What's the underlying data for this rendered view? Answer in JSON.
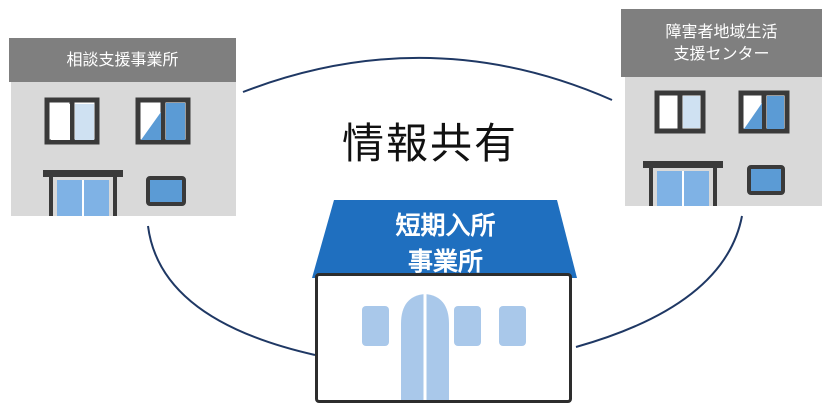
{
  "nodes": {
    "consultation_office": {
      "label": "相談支援事業所"
    },
    "support_center": {
      "line1": "障害者地域生活",
      "line2": "支援センター"
    },
    "short_stay": {
      "line1": "短期入所",
      "line2": "事業所"
    }
  },
  "center_label": "情報共有",
  "colors": {
    "label_bg": "#7f7f7f",
    "facade": "#d9d9d9",
    "window_blue": "#5b9bd5",
    "roof_blue": "#1f6fbf",
    "facility_window": "#a9c8ea"
  }
}
